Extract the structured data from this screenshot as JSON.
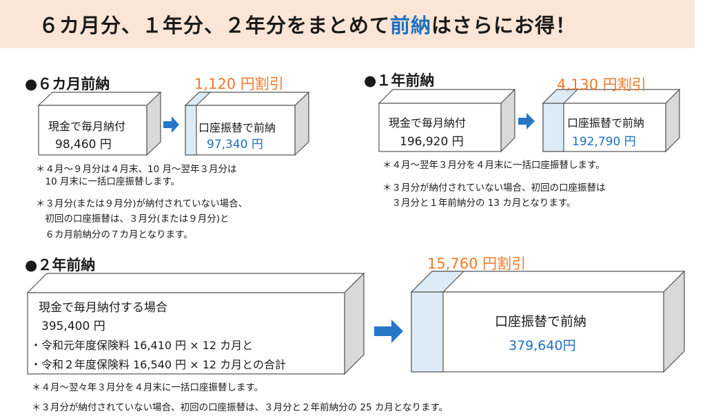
{
  "banner": {
    "title_prefix": "６カ月分、１年分、２年分をまとめて",
    "title_highlight": "前納",
    "title_suffix": "はさらにお得！"
  },
  "six_month": {
    "heading": "●６カ月前納",
    "discount": "1,120 円割引",
    "monthly_label": "現金で毎月納付",
    "monthly_amount": "98,460 円",
    "prepay_label": "口座振替で前納",
    "prepay_amount": "97,340 円",
    "notes": [
      "＊４月～９月分は４月末、10 月～翌年３月分は",
      "　10 月末に一括口座振替します。",
      "＊３月分(または９月分)が納付されていない場合、",
      "　初回の口座振替は、３月分(または９月分)と",
      "　６カ月前納分の７カ月となります。"
    ]
  },
  "one_year": {
    "heading": "●１年前納",
    "discount": "4,130 円割引",
    "monthly_label": "現金で毎月納付",
    "monthly_amount": "196,920 円",
    "prepay_label": "口座振替で前納",
    "prepay_amount": "192,790 円",
    "notes": [
      "＊４月～翌年３月分を４月末に一括口座振替します。",
      "＊３月分が納付されていない場合、初回の口座振替は",
      "　３月分と１年前納分の 13 カ月となります。"
    ]
  },
  "two_year": {
    "heading": "●２年前納",
    "discount": "15,760 円割引",
    "monthly_label": "現金で毎月納付する場合",
    "monthly_amount": "395,400 円",
    "breakdown": [
      "・令和元年度保険料 16,410 円 × 12 カ月と",
      "・令和２年度保険料 16,540 円 × 12 カ月との合計"
    ],
    "prepay_label": "口座振替で前納",
    "prepay_amount": "379,640円",
    "notes": [
      "＊４月～翌々年３月分を４月末に一括口座振替します。",
      "＊３月分が納付されていない場合、初回の口座振替は、３月分と２年前納分の 25 カ月となります。"
    ]
  },
  "colors": {
    "banner_bg": "#fbe5d6",
    "accent_blue": "#1f6fc0",
    "discount_orange": "#f07a2a",
    "box_side": "#d9d9d9",
    "stripe": "#dcebf5"
  }
}
